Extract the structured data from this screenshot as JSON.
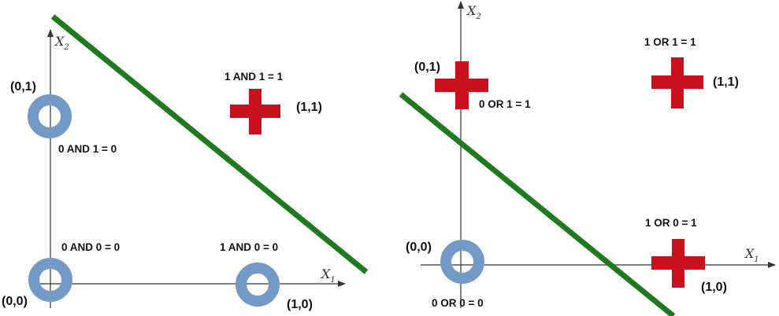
{
  "colors": {
    "circle": "#7399c6",
    "cross": "#c8101e",
    "boundary": "#1f7a1f",
    "axis": "#333333"
  },
  "and_panel": {
    "x_axis_label": "X",
    "x_axis_sub": "1",
    "y_axis_label": "X",
    "y_axis_sub": "2",
    "points": [
      {
        "coord": "(0,0)",
        "equation": "0 AND 0 = 0",
        "marker": "circle"
      },
      {
        "coord": "(0,1)",
        "equation": "0 AND 1 = 0",
        "marker": "circle"
      },
      {
        "coord": "(1,0)",
        "equation": "1 AND 0 = 0",
        "marker": "circle"
      },
      {
        "coord": "(1,1)",
        "equation": "1 AND 1 = 1",
        "marker": "cross"
      }
    ]
  },
  "or_panel": {
    "x_axis_label": "X",
    "x_axis_sub": "1",
    "y_axis_label": "X",
    "y_axis_sub": "2",
    "points": [
      {
        "coord": "(0,0)",
        "equation": "0 OR 0 = 0",
        "marker": "circle"
      },
      {
        "coord": "(0,1)",
        "equation": "0 OR 1 = 1",
        "marker": "cross"
      },
      {
        "coord": "(1,0)",
        "equation": "1 OR 0 = 1",
        "marker": "cross"
      },
      {
        "coord": "(1,1)",
        "equation": "1 OR 1 = 1",
        "marker": "cross"
      }
    ]
  }
}
